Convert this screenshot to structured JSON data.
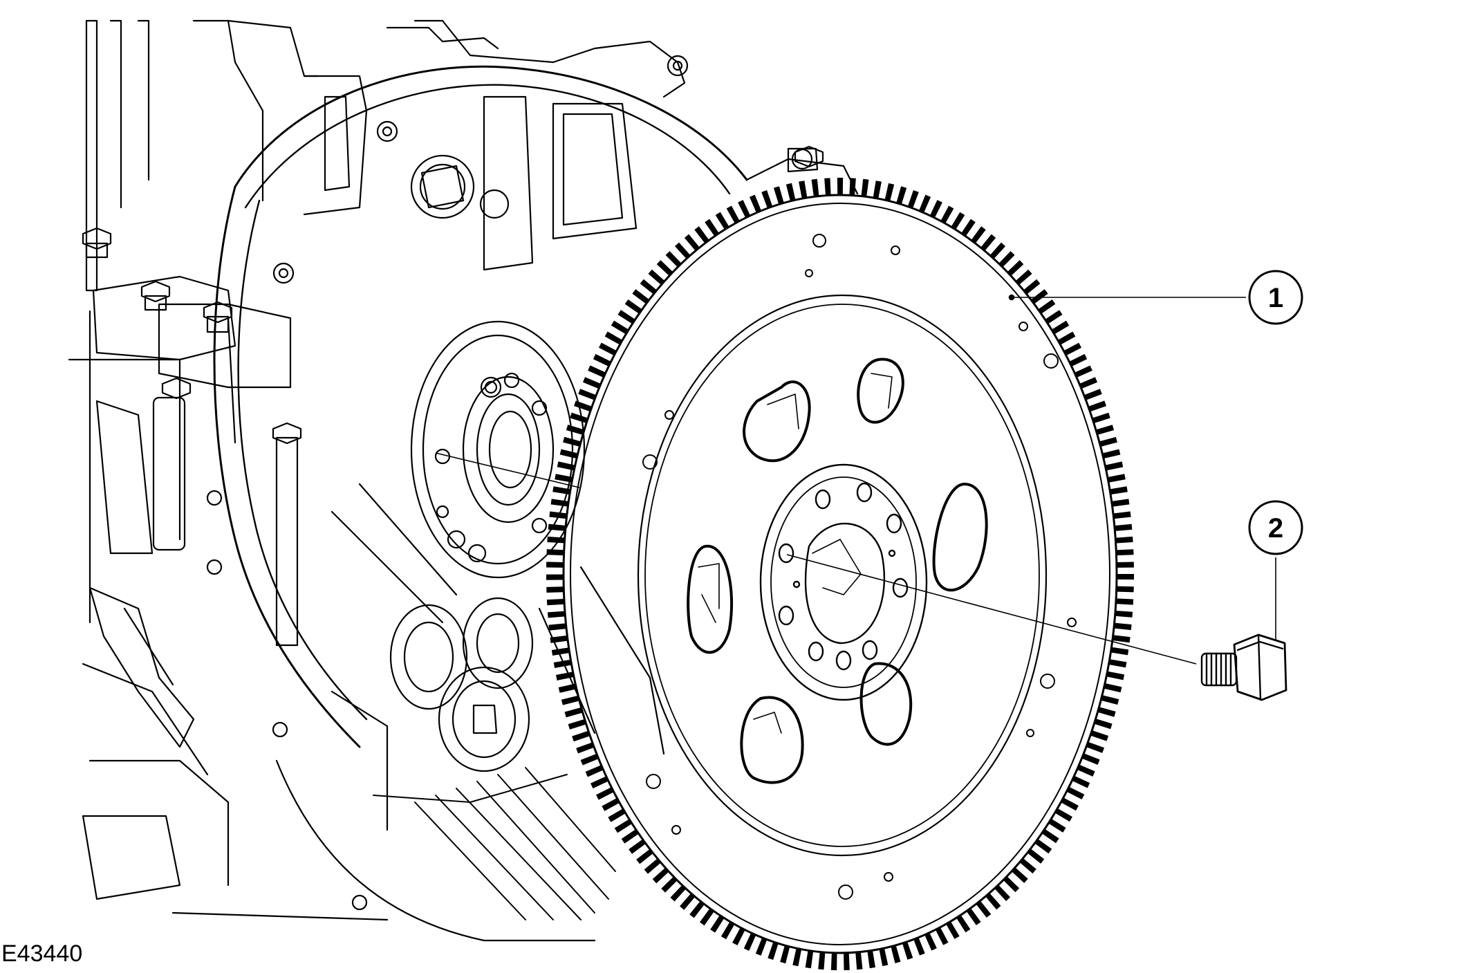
{
  "figure": {
    "id": "E43440"
  },
  "callouts": [
    {
      "label": "1",
      "part": "flywheel"
    },
    {
      "label": "2",
      "part": "flywheel-bolt"
    }
  ]
}
